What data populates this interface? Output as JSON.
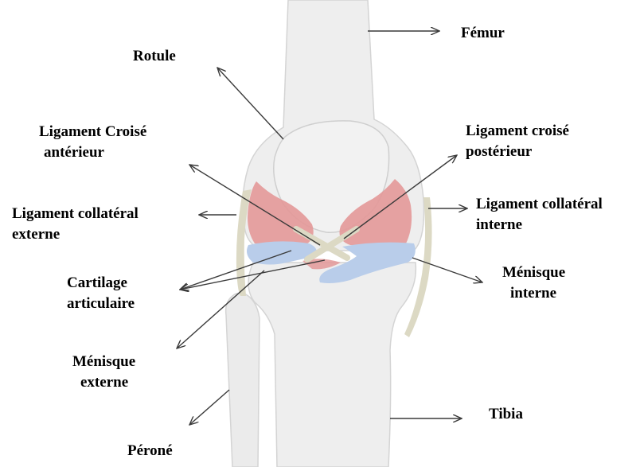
{
  "labels": {
    "femur": "Fémur",
    "rotule": "Rotule",
    "lca": [
      "Ligament Croisé",
      "antérieur"
    ],
    "lcp": [
      "Ligament croisé",
      "postérieur"
    ],
    "lce": [
      "Ligament collatéral",
      "externe"
    ],
    "lci": [
      "Ligament collatéral",
      "interne"
    ],
    "cartilage": [
      "Cartilage",
      "articulaire"
    ],
    "menisque_interne": [
      "Ménisque",
      "interne"
    ],
    "menisque_externe": [
      "Ménisque",
      "externe"
    ],
    "tibia": "Tibia",
    "perone": "Péroné"
  },
  "colors": {
    "bone_fill": "#eeeeee",
    "bone_stroke": "#d4d4d4",
    "cartilage": "#e39898",
    "meniscus": "#b9cdea",
    "ligament": "#dcd9c4",
    "arrow": "#3a3a3a"
  }
}
